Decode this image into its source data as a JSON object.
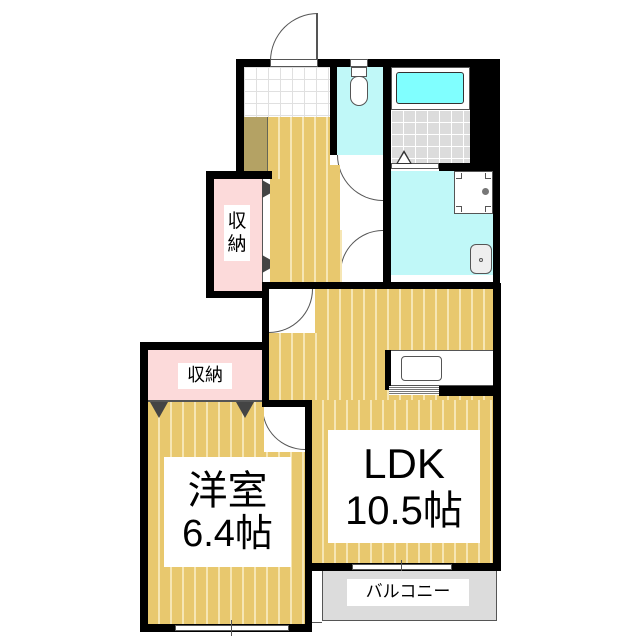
{
  "floor_plan": {
    "rooms": {
      "western_room": {
        "name": "洋室",
        "size": "6.4帖"
      },
      "ldk": {
        "name": "LDK",
        "size": "10.5帖"
      },
      "storage_hall": {
        "label_line1": "収",
        "label_line2": "納"
      },
      "storage_western": {
        "label": "収納"
      },
      "balcony": {
        "label": "バルコニー"
      }
    },
    "colors": {
      "wall": "#000000",
      "wood_floor": "#e8c86e",
      "wet_area": "#c0f8f8",
      "storage": "#fcdada",
      "bathtub": "#80ffff",
      "balcony": "#dcdcdc"
    }
  }
}
